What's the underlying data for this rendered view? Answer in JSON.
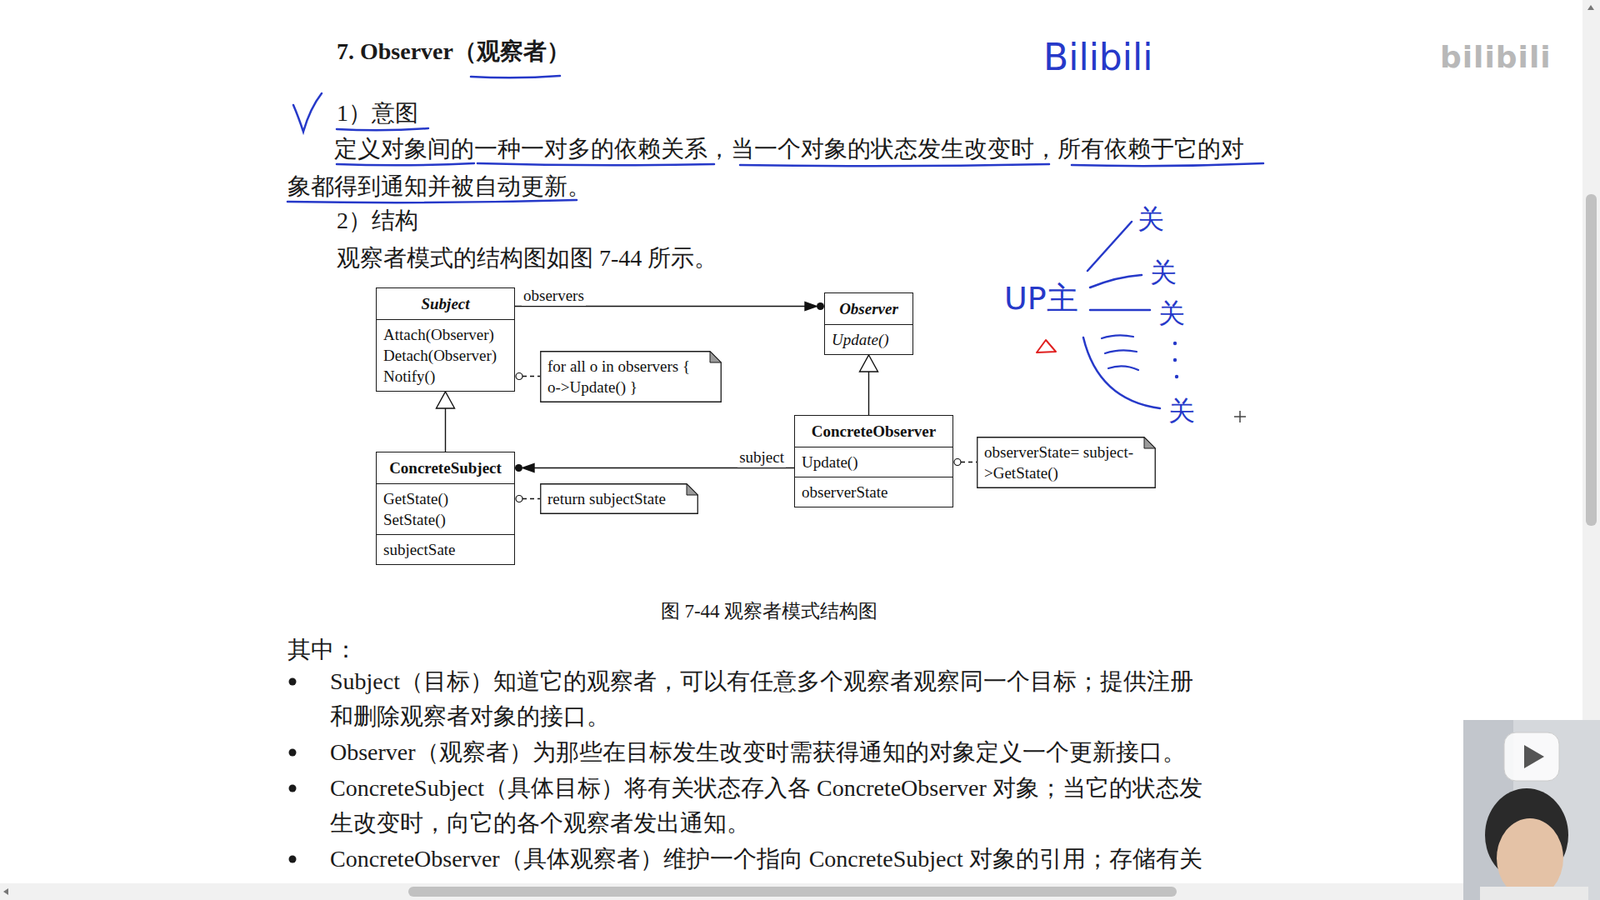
{
  "diagram": {
    "title": "7. Observer（观察者）",
    "caption": "图 7-44 观察者模式结构图",
    "nodes": [
      {
        "text": [
          "Subject",
          "Attach(Observer) Detach(Observer) Notify()"
        ]
      },
      {
        "text": [
          "Observer",
          "Update()"
        ]
      },
      {
        "text": [
          "for all o in observers { o->Update() }"
        ]
      },
      {
        "text": [
          "ConcreteObserver",
          "Update()",
          "observerState"
        ]
      },
      {
        "text": [
          "observerState= subject->GetState()"
        ]
      },
      {
        "text": [
          "ConcreteSubject",
          "GetState() SetState()",
          "subjectSate"
        ]
      },
      {
        "text": [
          "return subjectState"
        ]
      }
    ],
    "edges": [
      {
        "from": 0,
        "to": 1,
        "label": "observers",
        "arrow": "to"
      },
      {
        "from": 0,
        "to": 2,
        "arrow": "none"
      },
      {
        "from": 3,
        "to": 1,
        "arrow": "to"
      },
      {
        "from": 3,
        "to": 4,
        "arrow": "none"
      },
      {
        "from": 3,
        "to": 5,
        "label": "subject",
        "arrow": "to"
      },
      {
        "from": 5,
        "to": 0,
        "arrow": "to"
      },
      {
        "from": 5,
        "to": 6,
        "arrow": "none"
      }
    ],
    "labels": [
      "1）意图",
      "定义对象间的一种一对多的依赖关系，当一个对象的状态发生改变时，所有依赖于它的对象都得到通知并被自动更新。",
      "2）结构",
      "观察者模式的结构图如图 7-44 所示。",
      "其中：",
      "Subject（目标）知道它的观察者，可以有任意多个观察者观察同一个目标；提供注册和删除观察者对象的接口。",
      "Observer（观察者）为那些在目标发生改变时需获得通知的对象定义一个更新接口。",
      "ConcreteSubject（具体目标）将有关状态存入各 ConcreteObserver 对象；当它的状态发生改变时，向它的各个观察者发出通知。",
      "ConcreteObserver（具体观察者）维护一个指向 ConcreteSubject 对象的引用；存储有关",
      "Bilibili",
      "bilibili",
      "UP主",
      "关",
      "关",
      "关",
      "关"
    ]
  }
}
